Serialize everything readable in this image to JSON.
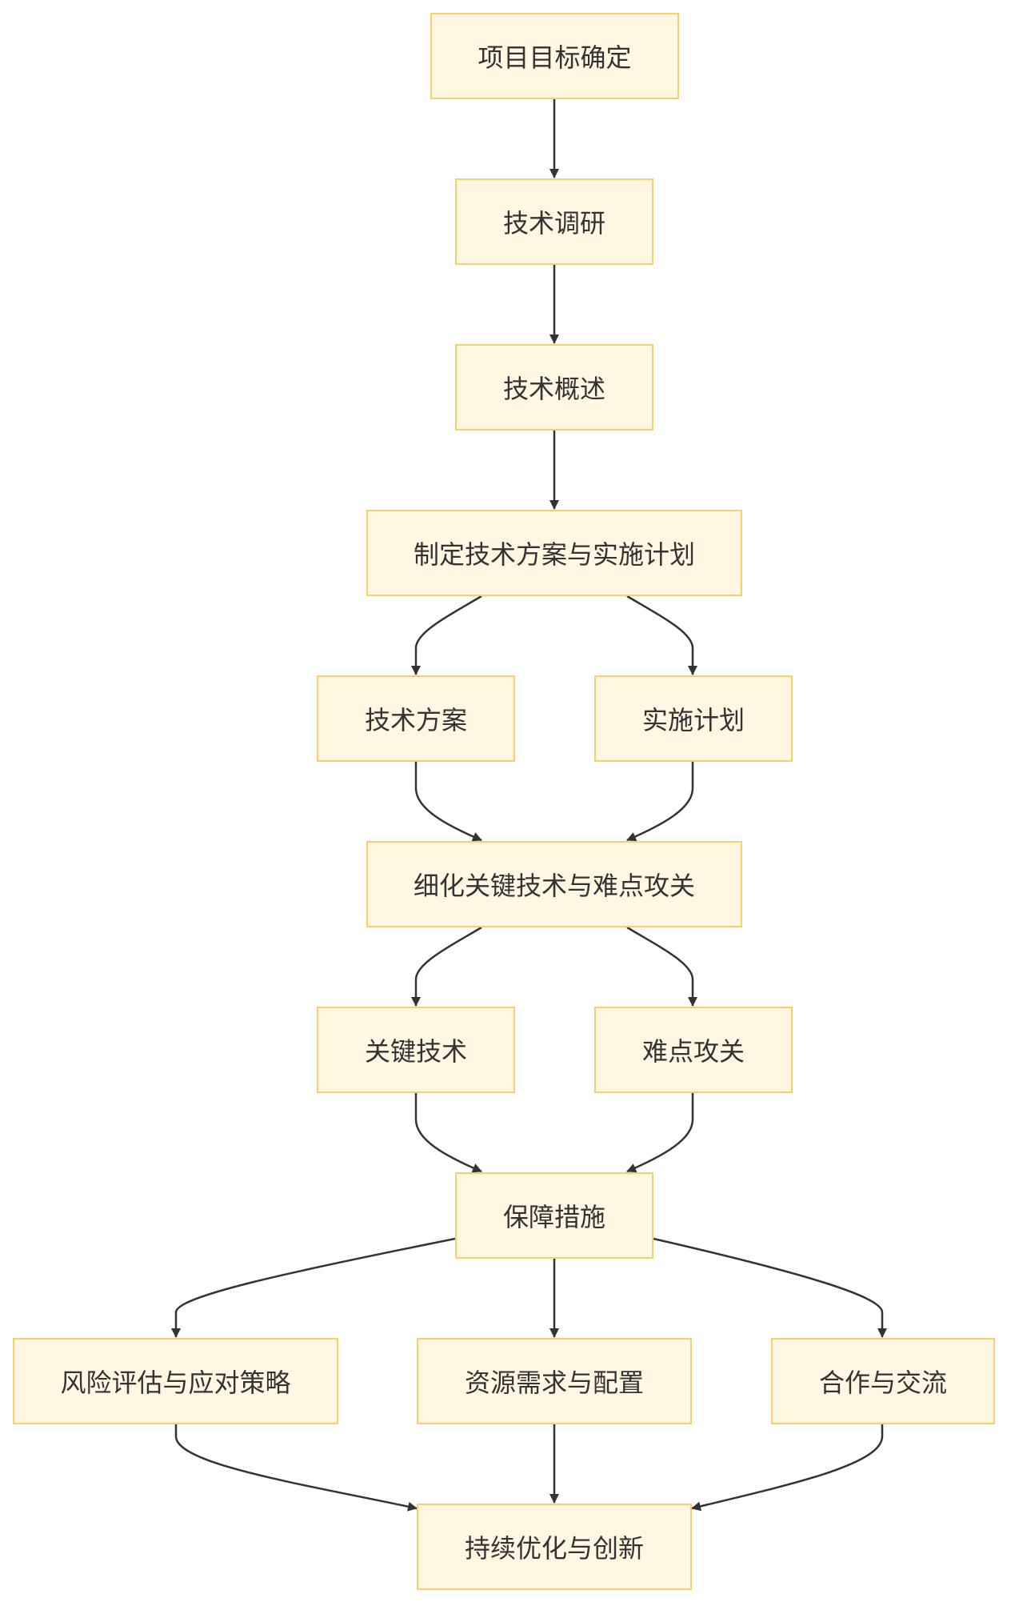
{
  "colors": {
    "node_fill": "#fff7e1",
    "node_border": "#f7d06a",
    "edge": "#333333",
    "text": "#333333"
  },
  "nodes": {
    "goal": "项目目标确定",
    "research": "技术调研",
    "overview": "技术概述",
    "plan": "制定技术方案与实施计划",
    "scheme": "技术方案",
    "impl": "实施计划",
    "refine": "细化关键技术与难点攻关",
    "key": "关键技术",
    "hard": "难点攻关",
    "guarantee": "保障措施",
    "risk": "风险评估与应对策略",
    "resource": "资源需求与配置",
    "coop": "合作与交流",
    "optimize": "持续优化与创新"
  },
  "edges": [
    [
      "goal",
      "research"
    ],
    [
      "research",
      "overview"
    ],
    [
      "overview",
      "plan"
    ],
    [
      "plan",
      "scheme"
    ],
    [
      "plan",
      "impl"
    ],
    [
      "scheme",
      "refine"
    ],
    [
      "impl",
      "refine"
    ],
    [
      "refine",
      "key"
    ],
    [
      "refine",
      "hard"
    ],
    [
      "key",
      "guarantee"
    ],
    [
      "hard",
      "guarantee"
    ],
    [
      "guarantee",
      "risk"
    ],
    [
      "guarantee",
      "resource"
    ],
    [
      "guarantee",
      "coop"
    ],
    [
      "risk",
      "optimize"
    ],
    [
      "resource",
      "optimize"
    ],
    [
      "coop",
      "optimize"
    ]
  ]
}
